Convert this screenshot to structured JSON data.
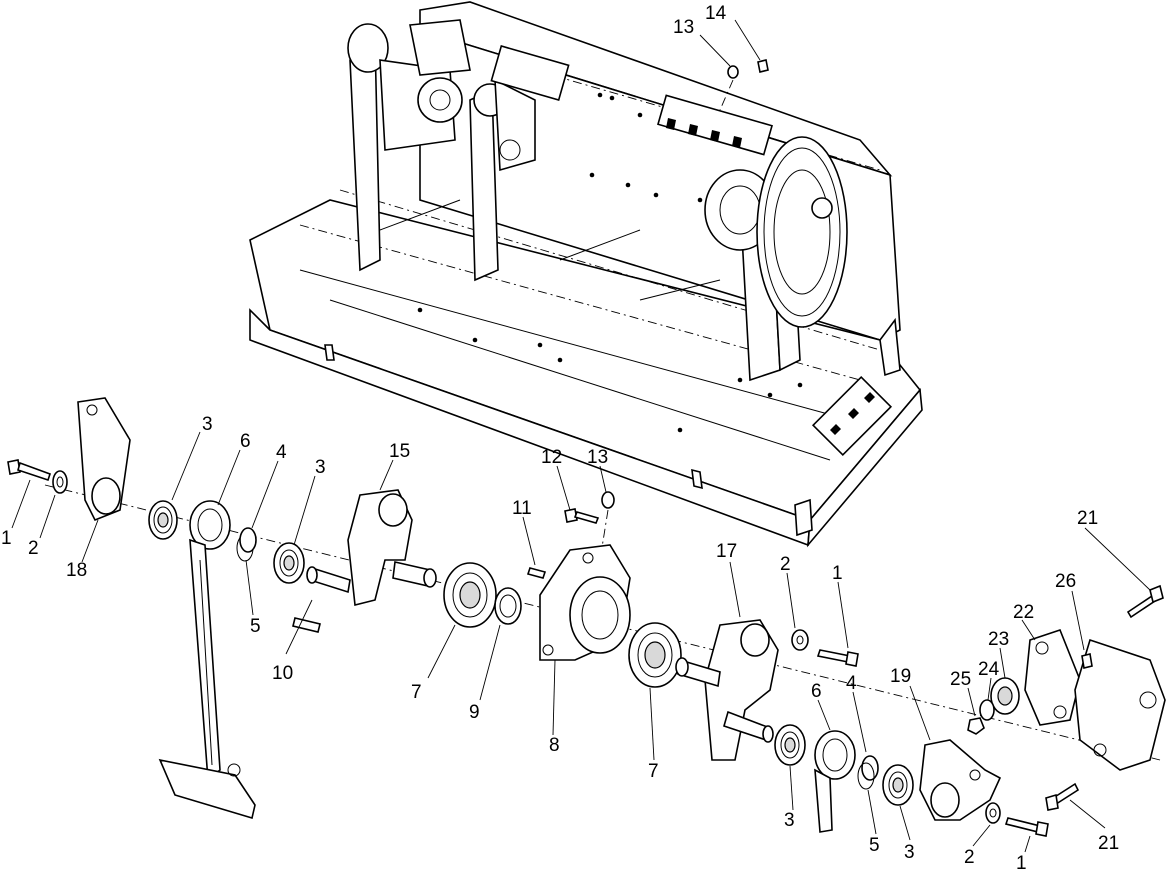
{
  "diagram": {
    "callouts": [
      "1",
      "2",
      "18",
      "3",
      "6",
      "4",
      "5",
      "3",
      "15",
      "10",
      "7",
      "9",
      "12",
      "13",
      "11",
      "8",
      "7",
      "17",
      "2",
      "1",
      "6",
      "4",
      "3",
      "5",
      "3",
      "19",
      "2",
      "1",
      "25",
      "24",
      "23",
      "22",
      "26",
      "21",
      "21",
      "13",
      "14"
    ]
  }
}
